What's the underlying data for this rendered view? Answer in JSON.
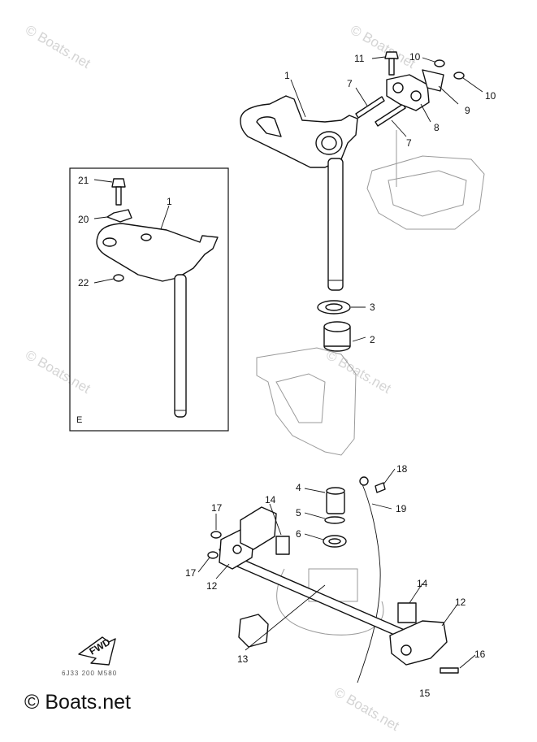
{
  "watermark": "© Boats.net",
  "inset": {
    "letter": "E"
  },
  "fwd": {
    "label": "FWD",
    "code": "6J33 200 M580"
  },
  "brand": "© Boats.net",
  "callouts": [
    "1",
    "1",
    "2",
    "3",
    "4",
    "5",
    "6",
    "7",
    "7",
    "8",
    "9",
    "10",
    "10",
    "11",
    "12",
    "12",
    "13",
    "14",
    "14",
    "15",
    "16",
    "17",
    "17",
    "18",
    "19",
    "20",
    "21",
    "22"
  ]
}
